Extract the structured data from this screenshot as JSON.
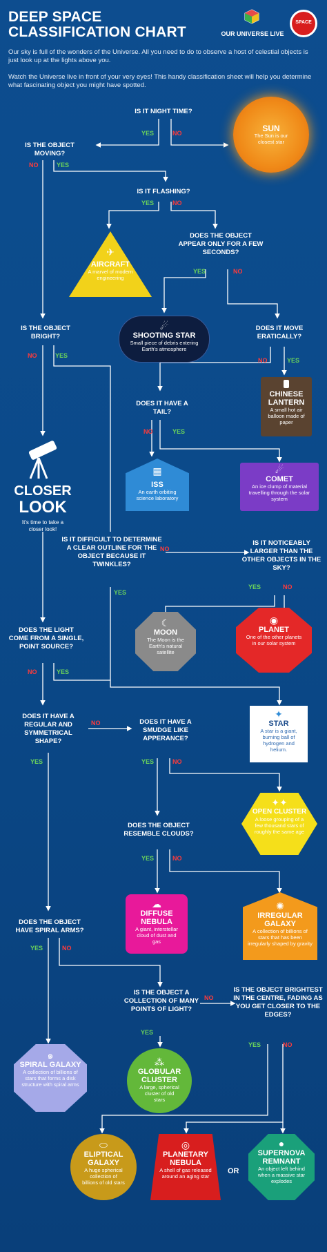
{
  "header": {
    "title_line1": "DEEP SPACE",
    "title_line2": "CLASSIFICATION CHART",
    "brand_name": "OUR UNIVERSE LIVE",
    "badge_text": "SPACE",
    "intro1": "Our sky is full of the wonders of the Universe. All you need to do to observe a host of celestial objects is just look up at the lights above you.",
    "intro2": "Watch the Universe live in front of your very eyes! This handy classification sheet will help you determine what fascinating object you might have spotted."
  },
  "questions": {
    "q_night": "IS IT NIGHT TIME?",
    "q_moving": "IS THE OBJECT MOVING?",
    "q_flashing": "IS IT FLASHING?",
    "q_few_seconds": "DOES THE OBJECT APPEAR ONLY FOR A FEW SECONDS?",
    "q_bright": "IS THE OBJECT BRIGHT?",
    "q_eratically": "DOES IT MOVE ERATICALLY?",
    "q_tail": "DOES IT HAVE A TAIL?",
    "q_outline": "IS IT DIFFICULT TO DETERMINE A CLEAR OUTLINE FOR THE OBJECT BECAUSE IT TWINKLES?",
    "q_larger": "IS IT NOTICEABLY LARGER THAN THE OTHER OBJECTS IN THE SKY?",
    "q_point": "DOES THE LIGHT COME FROM A SINGLE, POINT SOURCE?",
    "q_regular": "DOES IT HAVE A REGULAR AND SYMMETRICAL SHAPE?",
    "q_smudge": "DOES IT HAVE A SMUDGE LIKE APPERANCE?",
    "q_clouds": "DOES THE OBJECT RESEMBLE CLOUDS?",
    "q_spiral": "DOES THE OBJECT HAVE SPIRAL ARMS?",
    "q_collection": "IS THE OBJECT A COLLECTION OF MANY POINTS OF LIGHT?",
    "q_brightest": "IS THE OBJECT BRIGHTEST IN THE CENTRE, FADING AS YOU GET CLOSER TO THE EDGES?"
  },
  "labels": {
    "yes": "YES",
    "no": "NO",
    "or": "OR"
  },
  "objects": {
    "sun": {
      "title": "SUN",
      "desc": "The Sun is our closest star"
    },
    "aircraft": {
      "title": "AIRCRAFT",
      "desc": "A marvel of modern engineering"
    },
    "shooting_star": {
      "title": "SHOOTING STAR",
      "desc": "Small piece of debris entering Earth's atmosphere"
    },
    "chinese_lantern": {
      "title": "CHINESE LANTERN",
      "desc": "A small hot air balloon made of paper"
    },
    "iss": {
      "title": "ISS",
      "desc": "An earth orbiting science laboratory"
    },
    "comet": {
      "title": "COMET",
      "desc": "An ice clump of material travelling through the solar system"
    },
    "closer_look": {
      "title_1": "CLOSER",
      "title_2": "LOOK",
      "desc": "It's time to take a closer look!"
    },
    "moon": {
      "title": "MOON",
      "desc": "The Moon is the Earth's natural satellite"
    },
    "planet": {
      "title": "PLANET",
      "desc": "One of the other planets in our solar system"
    },
    "star": {
      "title": "STAR",
      "desc": "A star is a giant, burning ball of hydrogen and helium."
    },
    "open_cluster": {
      "title": "OPEN CLUSTER",
      "desc": "A loose grouping of a few thousand stars of roughly the same age"
    },
    "diffuse_nebula": {
      "title": "DIFFUSE NEBULA",
      "desc": "A giant, interstellar cloud of dust and gas"
    },
    "irregular_galaxy": {
      "title": "IRREGULAR GALAXY",
      "desc": "A collection of billions of stars that has been irregularly shaped by gravity"
    },
    "spiral_galaxy": {
      "title": "SPIRAL GALAXY",
      "desc": "A collection of billions of stars that forms a disk structure with spiral arms"
    },
    "globular_cluster": {
      "title": "GLOBULAR CLUSTER",
      "desc": "A large, spherical cluster of old stars"
    },
    "eliptical_galaxy": {
      "title": "ELIPTICAL GALAXY",
      "desc": "A huge spherical collection of billions of old stars"
    },
    "planetary_nebula": {
      "title": "PLANETARY NEBULA",
      "desc": "A shell of gas released around an aging star"
    },
    "supernova_remnant": {
      "title": "SUPERNOVA REMNANT",
      "desc": "An object left behind when a massive star explodes"
    }
  },
  "colors": {
    "background": "#0b4a8a",
    "yes": "#6bd35b",
    "no": "#ff3b3b",
    "sun": "#f39a1c",
    "aircraft": "#f2d21a",
    "shooting_star": "#0d1d3f",
    "chinese_lantern": "#5a4330",
    "iss": "#2f8bd6",
    "comet": "#7b3cc6",
    "moon": "#8a8a8a",
    "planet": "#e42828",
    "star": "#ffffff",
    "open_cluster": "#f5df1a",
    "diffuse_nebula": "#e8199a",
    "irregular_galaxy": "#f39a1c",
    "spiral_galaxy": "#a5a9e8",
    "globular_cluster": "#63b83a",
    "eliptical_galaxy": "#c89a1a",
    "planetary_nebula": "#d81e1e",
    "supernova_remnant": "#1aa07a"
  }
}
